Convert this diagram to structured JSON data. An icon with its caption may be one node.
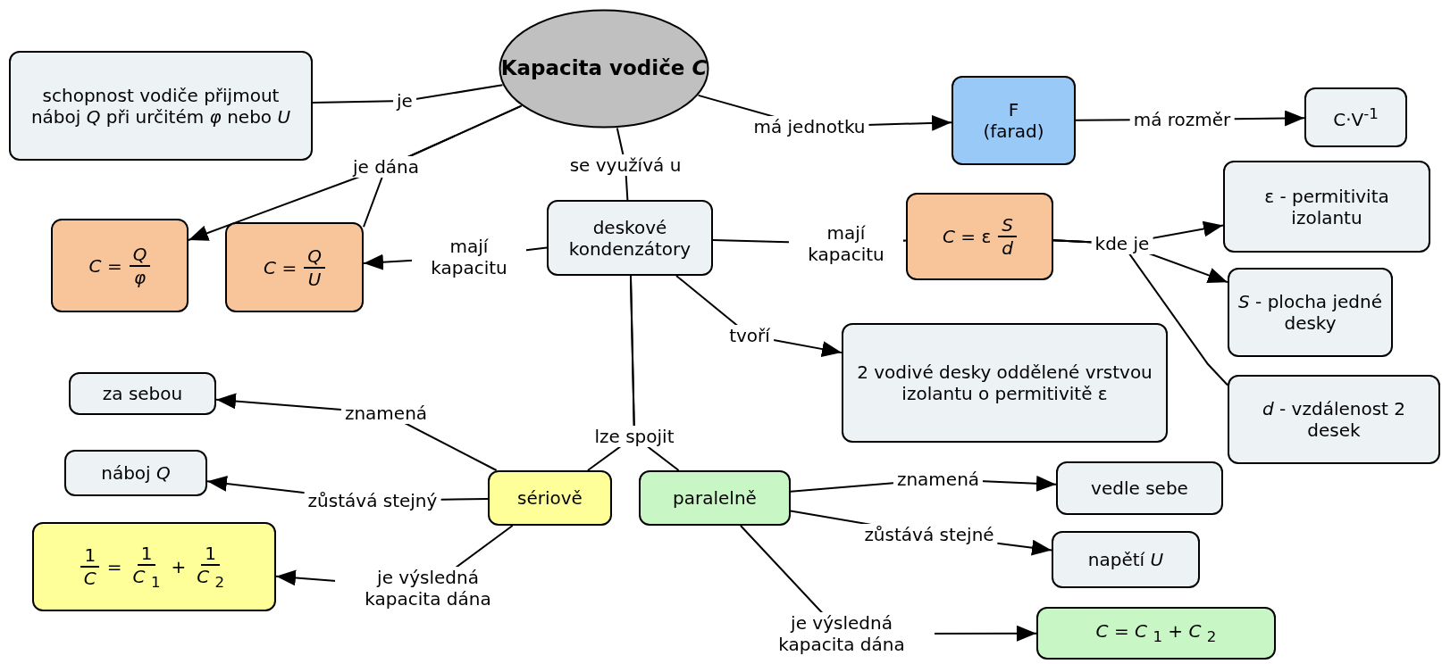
{
  "diagram": {
    "nodes": [
      {
        "text": [
          "Kapacita vodiče *C*"
        ]
      },
      {
        "text": [
          "schopnost vodiče přijmout náboj *Q* při určitém *φ* nebo *U*"
        ]
      },
      {
        "text": [
          "F (farad)"
        ]
      },
      {
        "text": [
          "C·V$^{-1}$"
        ]
      },
      {
        "text": [
          "*C* =",
          "Q",
          "φ"
        ]
      },
      {
        "text": [
          "*C* =",
          "Q",
          "U"
        ]
      },
      {
        "text": [
          "deskové kondenzátory"
        ]
      },
      {
        "text": [
          "*C* = ε",
          "S",
          "d"
        ]
      },
      {
        "text": [
          "ε - permitivita izolantu"
        ]
      },
      {
        "text": [
          "*S* - plocha jedné desky"
        ]
      },
      {
        "text": [
          "*d* - vzdálenost 2 desek"
        ]
      },
      {
        "text": [
          "2 vodivé desky oddělené vrstvou izolantu o permitivitě ε"
        ]
      },
      {
        "text": [
          "za sebou"
        ]
      },
      {
        "text": [
          "náboj *Q*"
        ]
      },
      {
        "text": [
          "sériově"
        ]
      },
      {
        "text": [
          "paralelně"
        ]
      },
      {
        "text": [
          "1",
          "C",
          "=",
          "1",
          "*C* $_{1}$",
          "+",
          "1",
          "*C* $_{2}$"
        ]
      },
      {
        "text": [
          "vedle sebe"
        ]
      },
      {
        "text": [
          "napětí *U*"
        ]
      },
      {
        "text": [
          "*C* = *C* $_{1}$ + *C* $_{2}$"
        ]
      }
    ],
    "edges": [
      {
        "from": 0,
        "to": 1,
        "label": "je",
        "arrow": "none"
      },
      {
        "from": 0,
        "to": 4,
        "label": "je dána",
        "arrow": "to"
      },
      {
        "from": 0,
        "to": 5,
        "arrow": "none"
      },
      {
        "from": 0,
        "to": 6,
        "label": "se využívá u",
        "arrow": "none"
      },
      {
        "from": 0,
        "to": 2,
        "label": "má jednotku",
        "arrow": "to"
      },
      {
        "from": 2,
        "to": 3,
        "label": "má rozměr",
        "arrow": "to"
      },
      {
        "from": 6,
        "to": 5,
        "label": "mají kapacitu",
        "arrow": "to"
      },
      {
        "from": 6,
        "to": 7,
        "label": "mají kapacitu",
        "arrow": "to"
      },
      {
        "from": 7,
        "to": 8,
        "label": "kde je",
        "arrow": "to"
      },
      {
        "from": 7,
        "to": 9,
        "arrow": "to"
      },
      {
        "from": 7,
        "to": 10,
        "arrow": "none"
      },
      {
        "from": 6,
        "to": 11,
        "label": "tvoří",
        "arrow": "to"
      },
      {
        "from": 6,
        "to": 14,
        "label": "lze spojit",
        "arrow": "none"
      },
      {
        "from": 6,
        "to": 15,
        "arrow": "none"
      },
      {
        "from": 14,
        "to": 12,
        "label": "znamená",
        "arrow": "to"
      },
      {
        "from": 14,
        "to": 13,
        "label": "zůstává stejný",
        "arrow": "to"
      },
      {
        "from": 14,
        "to": 16,
        "label": "je výsledná kapacita dána",
        "arrow": "to"
      },
      {
        "from": 15,
        "to": 17,
        "label": "znamená",
        "arrow": "to"
      },
      {
        "from": 15,
        "to": 18,
        "label": "zůstává stejné",
        "arrow": "to"
      },
      {
        "from": 15,
        "to": 19,
        "label": "je výsledná kapacita dána",
        "arrow": "to"
      }
    ]
  }
}
